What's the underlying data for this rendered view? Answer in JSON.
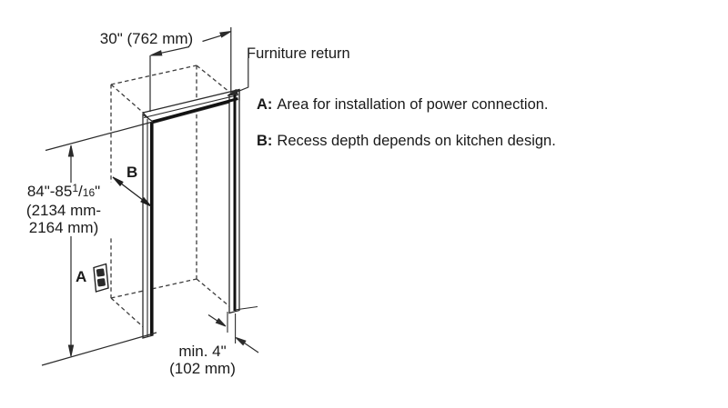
{
  "diagram": {
    "width_dimension": {
      "label": "30\" (762 mm)"
    },
    "furniture_return_label": "Furniture return",
    "annotations": [
      {
        "prefix": "A:",
        "text": "Area for installation of power connection."
      },
      {
        "prefix": "B:",
        "text": "Recess depth depends on kitchen design."
      }
    ],
    "height_dimension": {
      "line1_pre": "84\"-85",
      "frac_num": "1",
      "frac_sep": "/",
      "frac_den": "16",
      "line1_post": "\"",
      "line2": "(2134 mm-",
      "line3": "2164 mm)"
    },
    "depth_dimension": {
      "line1": "min. 4\"",
      "line2": "(102 mm)"
    },
    "marker_a": "A",
    "marker_b": "B",
    "colors": {
      "line": "#2b2b2b",
      "thick_line": "#111111",
      "dashed_line": "#3d3d3d",
      "text": "#1a1a1a"
    }
  }
}
